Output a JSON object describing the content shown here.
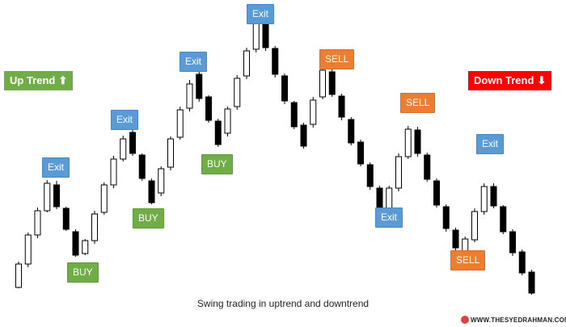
{
  "chart_data": {
    "type": "candlestick",
    "candles": [
      {
        "o": 1,
        "c": 30,
        "h": 33,
        "l": 0,
        "bull": true
      },
      {
        "o": 30,
        "c": 66,
        "h": 69,
        "l": 26,
        "bull": true
      },
      {
        "o": 66,
        "c": 96,
        "h": 100,
        "l": 62,
        "bull": true
      },
      {
        "o": 96,
        "c": 130,
        "h": 134,
        "l": 94,
        "bull": true
      },
      {
        "o": 128,
        "c": 101,
        "h": 133,
        "l": 98,
        "bull": false
      },
      {
        "o": 99,
        "c": 73,
        "h": 101,
        "l": 71,
        "bull": false
      },
      {
        "o": 70,
        "c": 41,
        "h": 73,
        "l": 39,
        "bull": false
      },
      {
        "o": 43,
        "c": 59,
        "h": 61,
        "l": 41,
        "bull": true
      },
      {
        "o": 59,
        "c": 92,
        "h": 96,
        "l": 55,
        "bull": true
      },
      {
        "o": 94,
        "c": 128,
        "h": 131,
        "l": 91,
        "bull": true
      },
      {
        "o": 128,
        "c": 160,
        "h": 164,
        "l": 124,
        "bull": true
      },
      {
        "o": 160,
        "c": 185,
        "h": 189,
        "l": 157,
        "bull": true
      },
      {
        "o": 193,
        "c": 167,
        "h": 197,
        "l": 164,
        "bull": false
      },
      {
        "o": 165,
        "c": 136,
        "h": 167,
        "l": 133,
        "bull": false
      },
      {
        "o": 133,
        "c": 106,
        "h": 136,
        "l": 104,
        "bull": false
      },
      {
        "o": 118,
        "c": 148,
        "h": 151,
        "l": 114,
        "bull": true
      },
      {
        "o": 150,
        "c": 185,
        "h": 188,
        "l": 146,
        "bull": true
      },
      {
        "o": 187,
        "c": 221,
        "h": 225,
        "l": 184,
        "bull": true
      },
      {
        "o": 223,
        "c": 253,
        "h": 258,
        "l": 219,
        "bull": true
      },
      {
        "o": 265,
        "c": 235,
        "h": 268,
        "l": 231,
        "bull": false
      },
      {
        "o": 237,
        "c": 208,
        "h": 239,
        "l": 205,
        "bull": false
      },
      {
        "o": 207,
        "c": 178,
        "h": 210,
        "l": 175,
        "bull": false
      },
      {
        "o": 192,
        "c": 222,
        "h": 225,
        "l": 188,
        "bull": true
      },
      {
        "o": 225,
        "c": 260,
        "h": 264,
        "l": 221,
        "bull": true
      },
      {
        "o": 263,
        "c": 294,
        "h": 298,
        "l": 259,
        "bull": true
      },
      {
        "o": 296,
        "c": 328,
        "h": 332,
        "l": 292,
        "bull": true
      },
      {
        "o": 331,
        "c": 298,
        "h": 335,
        "l": 294,
        "bull": false
      },
      {
        "o": 297,
        "c": 265,
        "h": 300,
        "l": 261,
        "bull": false
      },
      {
        "o": 263,
        "c": 232,
        "h": 266,
        "l": 228,
        "bull": false
      },
      {
        "o": 230,
        "c": 200,
        "h": 232,
        "l": 197,
        "bull": false
      },
      {
        "o": 202,
        "c": 176,
        "h": 205,
        "l": 173,
        "bull": false
      },
      {
        "o": 203,
        "c": 233,
        "h": 237,
        "l": 199,
        "bull": true
      },
      {
        "o": 237,
        "c": 270,
        "h": 273,
        "l": 234,
        "bull": true
      },
      {
        "o": 268,
        "c": 240,
        "h": 272,
        "l": 237,
        "bull": false
      },
      {
        "o": 238,
        "c": 212,
        "h": 241,
        "l": 208,
        "bull": false
      },
      {
        "o": 209,
        "c": 180,
        "h": 212,
        "l": 177,
        "bull": false
      },
      {
        "o": 181,
        "c": 154,
        "h": 184,
        "l": 151,
        "bull": false
      },
      {
        "o": 153,
        "c": 126,
        "h": 156,
        "l": 122,
        "bull": false
      },
      {
        "o": 124,
        "c": 94,
        "h": 127,
        "l": 91,
        "bull": false
      },
      {
        "o": 91,
        "c": 124,
        "h": 127,
        "l": 88,
        "bull": true
      },
      {
        "o": 124,
        "c": 163,
        "h": 167,
        "l": 120,
        "bull": true
      },
      {
        "o": 163,
        "c": 197,
        "h": 201,
        "l": 160,
        "bull": true
      },
      {
        "o": 196,
        "c": 167,
        "h": 200,
        "l": 163,
        "bull": false
      },
      {
        "o": 165,
        "c": 135,
        "h": 168,
        "l": 132,
        "bull": false
      },
      {
        "o": 133,
        "c": 103,
        "h": 136,
        "l": 100,
        "bull": false
      },
      {
        "o": 101,
        "c": 74,
        "h": 104,
        "l": 70,
        "bull": false
      },
      {
        "o": 72,
        "c": 50,
        "h": 75,
        "l": 47,
        "bull": false
      },
      {
        "o": 61,
        "c": 37,
        "h": 64,
        "l": 32,
        "bull": true
      },
      {
        "o": 60,
        "c": 95,
        "h": 99,
        "l": 57,
        "bull": true
      },
      {
        "o": 95,
        "c": 126,
        "h": 130,
        "l": 91,
        "bull": true
      },
      {
        "o": 126,
        "c": 102,
        "h": 130,
        "l": 99,
        "bull": false
      },
      {
        "o": 101,
        "c": 70,
        "h": 103,
        "l": 67,
        "bull": false
      },
      {
        "o": 70,
        "c": 44,
        "h": 73,
        "l": 40,
        "bull": false
      },
      {
        "o": 45,
        "c": 19,
        "h": 48,
        "l": 16,
        "bull": false
      },
      {
        "o": 20,
        "c": -6,
        "h": 23,
        "l": -8,
        "bull": false
      }
    ],
    "annotations": [
      {
        "text": "Exit",
        "kind": "exit"
      },
      {
        "text": "BUY",
        "kind": "buy"
      },
      {
        "text": "Exit",
        "kind": "exit"
      },
      {
        "text": "BUY",
        "kind": "buy"
      },
      {
        "text": "Exit",
        "kind": "exit"
      },
      {
        "text": "BUY",
        "kind": "buy"
      },
      {
        "text": "Exit",
        "kind": "exit"
      },
      {
        "text": "SELL",
        "kind": "sell"
      },
      {
        "text": "Exit",
        "kind": "exit"
      },
      {
        "text": "SELL",
        "kind": "sell"
      },
      {
        "text": "SELL",
        "kind": "sell"
      },
      {
        "text": "Exit",
        "kind": "exit"
      }
    ],
    "trend_labels": {
      "up": "Up Trend",
      "down": "Down Trend"
    },
    "caption": "Swing trading in uptrend and downtrend",
    "colors": {
      "bull_fill": "#ffffff",
      "bear_fill": "#000000",
      "exit": "#5b9bd5",
      "buy": "#70ad47",
      "sell": "#ed7d31",
      "up_trend": "#70ad47",
      "down_trend": "#ff0000"
    }
  },
  "trend_icons": {
    "up": "up-arrow-icon",
    "down": "down-arrow-icon"
  },
  "watermark": "WWW.THESYEDRAHMAN.COM"
}
